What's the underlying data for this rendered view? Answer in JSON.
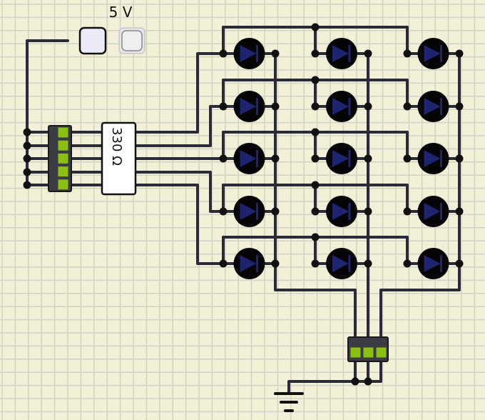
{
  "source": {
    "voltage_label": "5 V"
  },
  "resistor": {
    "value_label": "330 Ω"
  },
  "led_matrix": {
    "rows": 5,
    "cols": 3
  },
  "input_dip_switch": {
    "positions": 5
  },
  "ground_dip_switch": {
    "positions": 3
  },
  "colors": {
    "background": "#f2f0d6",
    "grid": "#d2d2c6",
    "wire": "#2a2a38",
    "led_diode": "#1f2470",
    "switch_on": "#8bbf10"
  }
}
